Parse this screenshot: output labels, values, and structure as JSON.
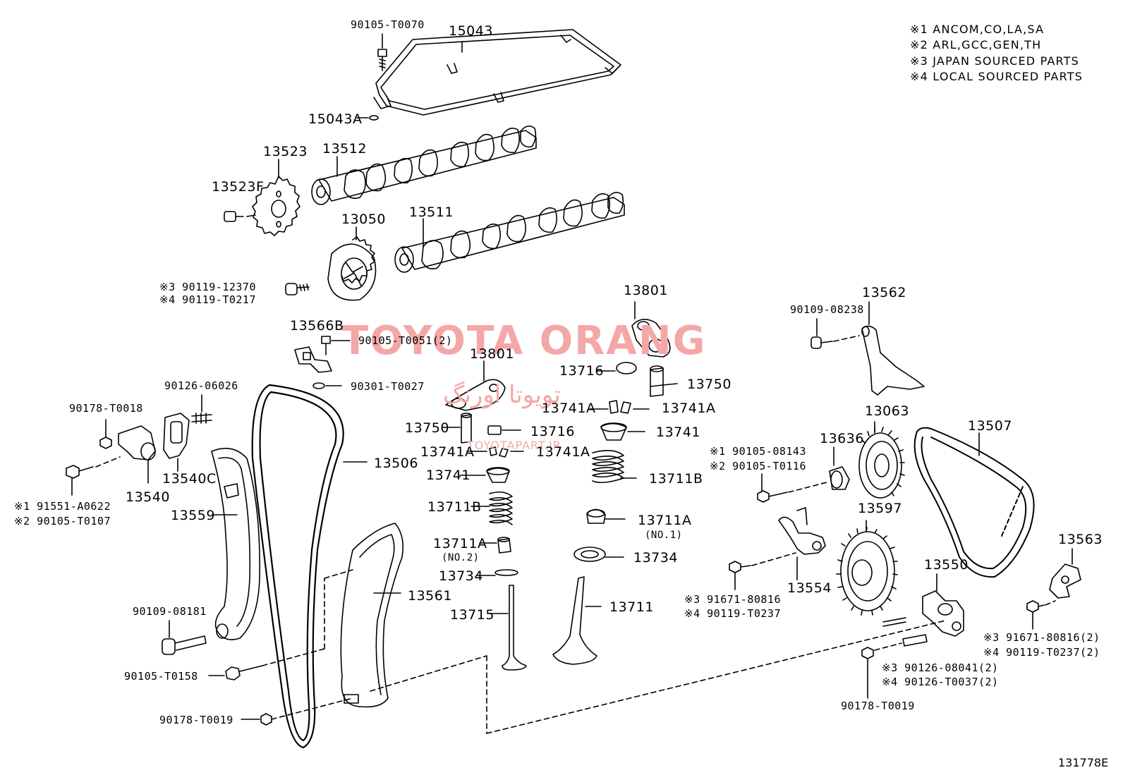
{
  "notes": [
    {
      "mark": "※1",
      "text": "ANCOM,CO,LA,SA"
    },
    {
      "mark": "※2",
      "text": "ARL,GCC,GEN,TH"
    },
    {
      "mark": "※3",
      "text": "JAPAN SOURCED PARTS"
    },
    {
      "mark": "※4",
      "text": "LOCAL SOURCED PARTS"
    }
  ],
  "watermark": {
    "main": "TOYOTA ORANG",
    "persian": "تویوتا اورنگ",
    "url": "TOYOTAPART.IR"
  },
  "diagram_code": "131778E",
  "labels": {
    "p15043": "15043",
    "p90105T0070": "90105-T0070",
    "p15043A": "15043A",
    "p13523": "13523",
    "p13512": "13512",
    "p13523F": "13523F",
    "p13050": "13050",
    "p13511": "13511",
    "p90119_12370": "※3 90119-12370",
    "p90119_T0217": "※4 90119-T0217",
    "p13566B": "13566B",
    "p90105T0051": "90105-T0051(2)",
    "p90301T0027": "90301-T0027",
    "p13801a": "13801",
    "p13801b": "13801",
    "p13716a": "13716",
    "p13750a": "13750",
    "p13741Aa": "13741A",
    "p13741Ab": "13741A",
    "p13750b": "13750",
    "p13716b": "13716",
    "p13741a": "13741",
    "p13741Ac": "13741A",
    "p13741Ad": "13741A",
    "p13741b": "13741",
    "p13711Ba": "13711B",
    "p13711Bb": "13711B",
    "p13711Aa": "13711A",
    "p13711Aa_sub": "(NO.1)",
    "p13711Ab": "13711A",
    "p13711Ab_sub": "(NO.2)",
    "p13734a": "13734",
    "p13734b": "13734",
    "p13711": "13711",
    "p13715": "13715",
    "p13562": "13562",
    "p90109_08238": "90109-08238",
    "p13063": "13063",
    "p13636": "13636",
    "p13507": "13507",
    "p90105_08143": "※1 90105-08143",
    "p90105_T0116": "※2 90105-T0116",
    "p13597": "13597",
    "p13554": "13554",
    "p13563": "13563",
    "p13550": "13550",
    "p91671_80816a": "※3 91671-80816",
    "p90119_T0237a": "※4 90119-T0237",
    "p91671_80816b": "※3 91671-80816(2)",
    "p90119_T0237b": "※4 90119-T0237(2)",
    "p90126_08041": "※3 90126-08041(2)",
    "p90126_T0037": "※4 90126-T0037(2)",
    "p90178_T0019a": "90178-T0019",
    "p90178_T0019b": "90178-T0019",
    "p90126_06026": "90126-06026",
    "p90178_T0018": "90178-T0018",
    "p13540C": "13540C",
    "p13540": "13540",
    "p91551_A0622": "※1 91551-A0622",
    "p90105_T0107": "※2 90105-T0107",
    "p13559": "13559",
    "p13506": "13506",
    "p13561": "13561",
    "p90109_08181": "90109-08181",
    "p90105_T0158": "90105-T0158"
  }
}
